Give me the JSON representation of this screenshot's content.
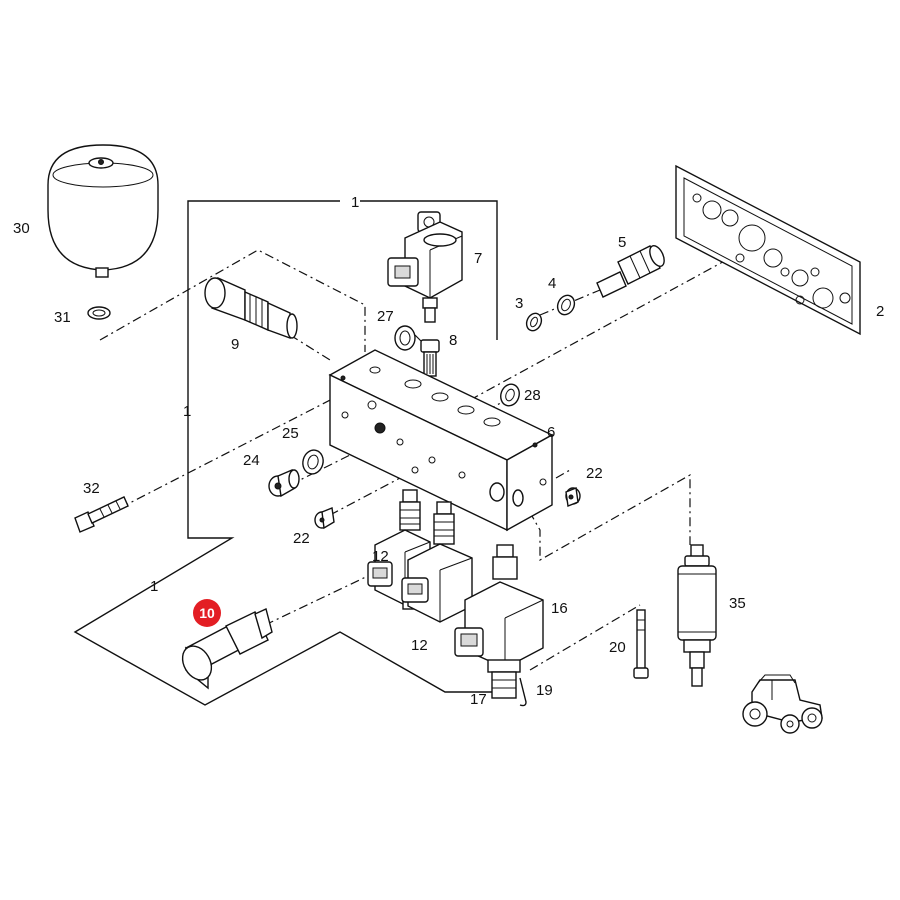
{
  "diagram": {
    "highlight_color": "#e31e24",
    "highlighted_part": "10",
    "labels": {
      "p1a": "1",
      "p1b": "1",
      "p1c": "1",
      "p2": "2",
      "p3": "3",
      "p4": "4",
      "p5": "5",
      "p6": "6",
      "p7": "7",
      "p8": "8",
      "p9": "9",
      "p10": "10",
      "p12a": "12",
      "p12b": "12",
      "p16": "16",
      "p17": "17",
      "p19": "19",
      "p20": "20",
      "p22a": "22",
      "p22b": "22",
      "p24": "24",
      "p25": "25",
      "p27": "27",
      "p28": "28",
      "p30": "30",
      "p31": "31",
      "p32": "32",
      "p35": "35"
    }
  }
}
